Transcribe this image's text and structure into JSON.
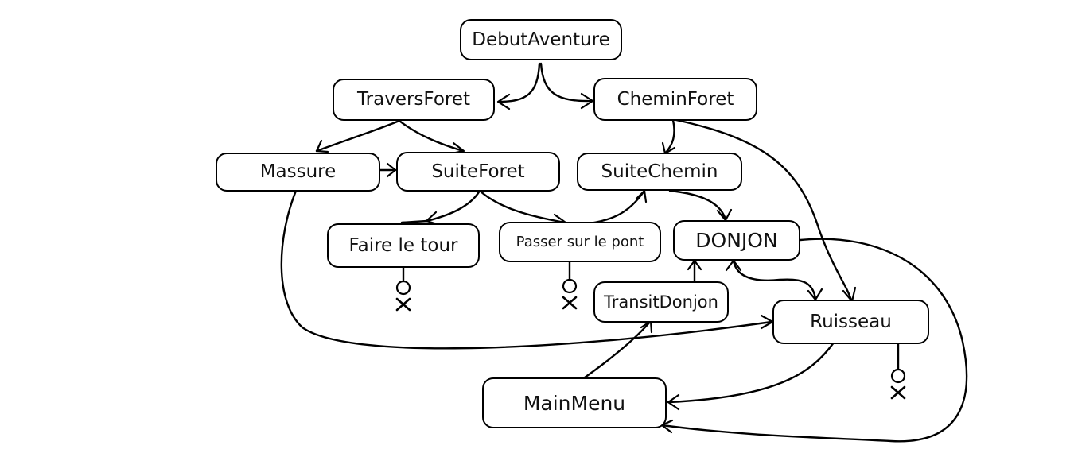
{
  "diagram": {
    "nodes": {
      "debut": "DebutAventure",
      "travers": "TraversForet",
      "chemin": "CheminForet",
      "massure": "Massure",
      "suiteforet": "SuiteForet",
      "suitechemin": "SuiteChemin",
      "fairetour": "Faire le tour",
      "passer": "Passer sur le pont",
      "donjon": "DONJON",
      "transit": "TransitDonjon",
      "ruisseau": "Ruisseau",
      "mainmenu": "MainMenu"
    },
    "edges": [
      {
        "from": "DebutAventure",
        "to": "TraversForet"
      },
      {
        "from": "DebutAventure",
        "to": "CheminForet"
      },
      {
        "from": "TraversForet",
        "to": "Massure"
      },
      {
        "from": "TraversForet",
        "to": "SuiteForet"
      },
      {
        "from": "Massure",
        "to": "SuiteForet"
      },
      {
        "from": "Massure",
        "to": "Ruisseau"
      },
      {
        "from": "CheminForet",
        "to": "SuiteChemin"
      },
      {
        "from": "CheminForet",
        "to": "Ruisseau"
      },
      {
        "from": "SuiteForet",
        "to": "Faire le tour"
      },
      {
        "from": "SuiteForet",
        "to": "Passer sur le pont"
      },
      {
        "from": "Passer sur le pont",
        "to": "SuiteChemin"
      },
      {
        "from": "SuiteChemin",
        "to": "DONJON"
      },
      {
        "from": "TransitDonjon",
        "to": "DONJON"
      },
      {
        "from": "DONJON",
        "to": "Ruisseau"
      },
      {
        "from": "Ruisseau",
        "to": "DONJON"
      },
      {
        "from": "MainMenu",
        "to": "TransitDonjon"
      },
      {
        "from": "Ruisseau",
        "to": "MainMenu"
      },
      {
        "from": "DONJON",
        "to": "MainMenu"
      }
    ],
    "terminal_states": [
      "Faire le tour",
      "Passer sur le pont",
      "Ruisseau"
    ]
  }
}
